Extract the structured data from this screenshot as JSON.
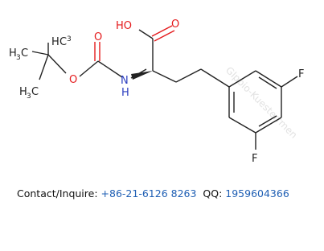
{
  "structure": {
    "atom_labels": {
      "acid_oh": "HO",
      "acid_o": "O",
      "boc_o_carbonyl": "O",
      "boc_o_ester": "O",
      "nh_n": "N",
      "nh_h": "H",
      "methyl_top_h": "H",
      "methyl_top_c": "C",
      "methyl_top_sub": "3",
      "methyl_left_h": "H",
      "methyl_left_c": "C",
      "methyl_left_sub": "3",
      "methyl_bottom_h": "H",
      "methyl_bottom_c": "C",
      "methyl_bottom_sub": "3",
      "fluoro_right": "F",
      "fluoro_bottom": "F"
    },
    "colors": {
      "bond": "#222222",
      "oxygen": "#e41a1c",
      "nitrogen": "#2b3dbf",
      "fluorine": "#222222"
    }
  },
  "watermark": "Glpbio-Kuesterrmen",
  "contact": {
    "label": "Contact/Inquire: ",
    "phone": "+86-21-6126 8263",
    "qq_label": "QQ: ",
    "qq_number": "1959604366"
  }
}
